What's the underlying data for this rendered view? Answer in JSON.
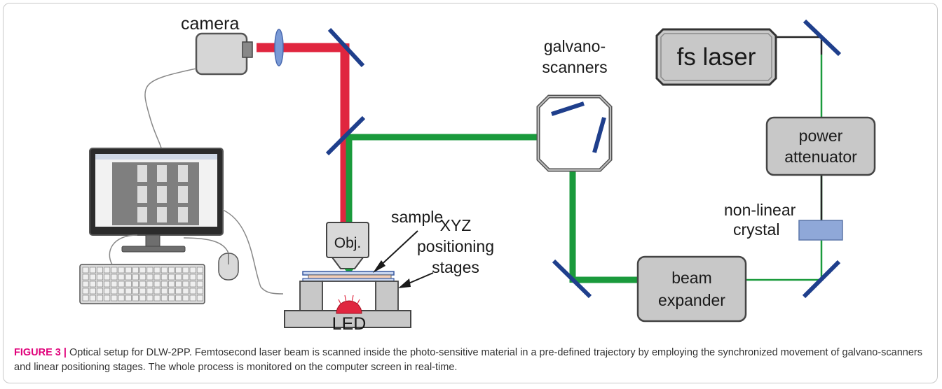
{
  "labels": {
    "camera": "camera",
    "galvano_line1": "galvano-",
    "galvano_line2": "scanners",
    "fs_laser": "fs laser",
    "power_line1": "power",
    "power_line2": "attenuator",
    "nonlinear_line1": "non-linear",
    "nonlinear_line2": "crystal",
    "beam_line1": "beam",
    "beam_line2": "expander",
    "sample": "sample",
    "xyz_line1": "XYZ",
    "xyz_line2": "positioning",
    "xyz_line3": "stages",
    "objective": "Obj.",
    "led": "LED"
  },
  "caption": {
    "label": "FIGURE 3 |",
    "text": " Optical setup for DLW-2PP. Femtosecond laser beam is scanned inside the photo-sensitive material in a pre-defined trajectory by employing the synchronized movement of galvano-scanners and linear positioning stages. The whole process is monitored on the computer screen in real-time."
  },
  "colors": {
    "red_beam": "#e0263f",
    "green_beam": "#1a9a3c",
    "mirror": "#1f3f8c",
    "box_fill": "#c8c8c8",
    "caption_accent": "#e0007a"
  }
}
